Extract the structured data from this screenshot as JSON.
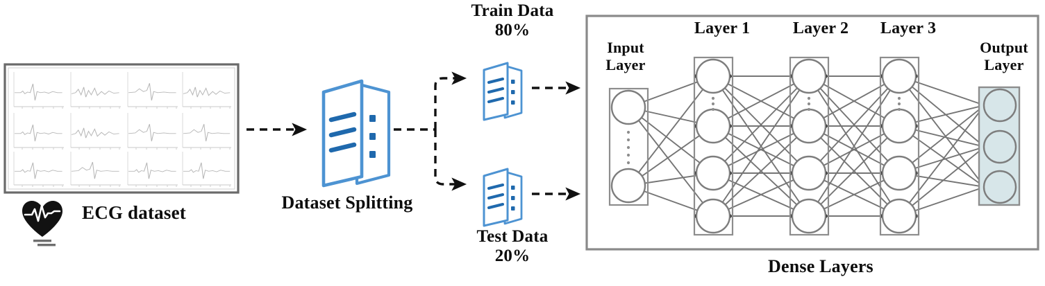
{
  "figure": {
    "type": "pipeline-diagram",
    "description": "ECG dataset to dense neural network classification pipeline"
  },
  "dataset": {
    "caption": "ECG dataset",
    "icon": "heart-ecg-icon",
    "grid_rows": 3,
    "grid_cols": 4,
    "panel_count": 12,
    "panel_type": "ecg-waveform-plot"
  },
  "splitting": {
    "caption": "Dataset Splitting",
    "icon": "split-documents-icon"
  },
  "branches": [
    {
      "name": "train",
      "title": "Train Data",
      "percent": "80%",
      "icon": "documents-icon"
    },
    {
      "name": "test",
      "title": "Test Data",
      "percent": "20%",
      "icon": "documents-icon"
    }
  ],
  "network": {
    "caption": "Dense Layers",
    "input_label": "Input\nLayer",
    "output_label": "Output\nLayer",
    "hidden_labels": [
      "Layer 1",
      "Layer 2",
      "Layer 3"
    ],
    "input_nodes_shown": 2,
    "hidden_nodes_shown": 4,
    "output_nodes_shown": 3,
    "ellipsis_marker": "vertical-dots"
  },
  "colors": {
    "accent_blue": "#3f86c8",
    "accent_blue_dark": "#1f5fa0",
    "outline_gray": "#6e6e6e",
    "output_fill": "#d7e6e9",
    "box_border": "#7a7a7a",
    "arrow": "#111111",
    "text": "#0d0d0d"
  }
}
